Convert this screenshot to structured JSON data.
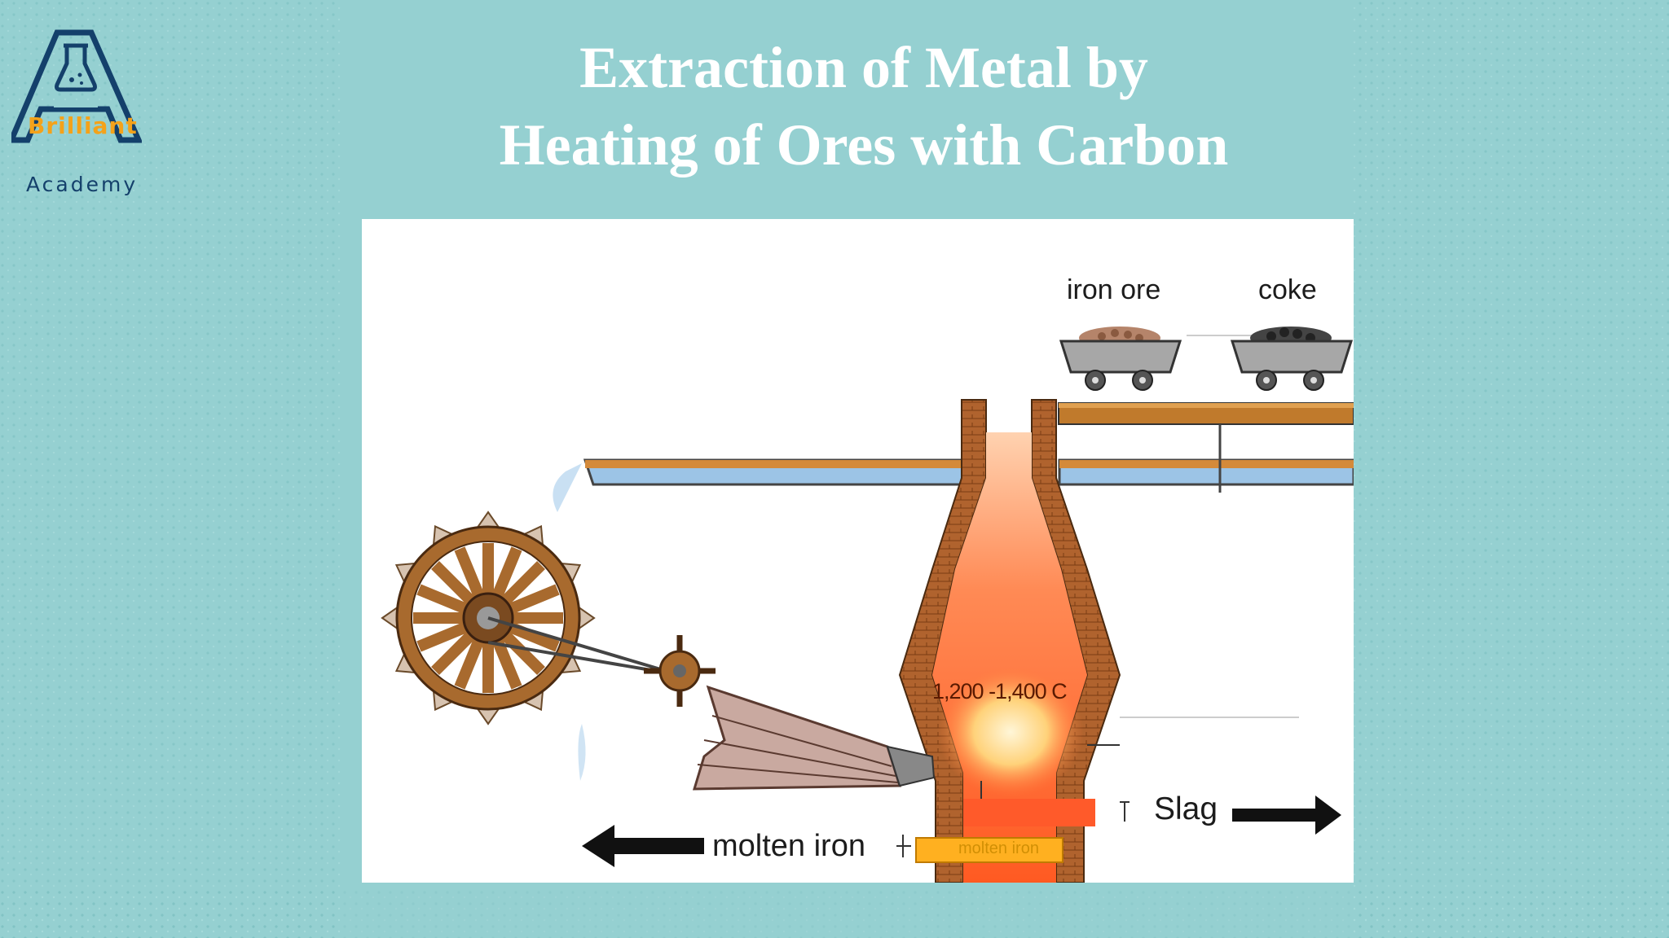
{
  "brand": {
    "name_top": "Brilliant",
    "name_bottom": "Academy",
    "colors": {
      "navy": "#14406b",
      "orange": "#f4a21a"
    }
  },
  "title": {
    "line1": "Extraction of Metal by",
    "line2": "Heating of Ores with Carbon"
  },
  "diagram": {
    "labels": {
      "iron_ore": "iron ore",
      "coke": "coke",
      "temperature": "1,200 -1,400 C",
      "slag": "Slag",
      "molten_iron": "molten iron",
      "molten_iron_inner": "molten iron"
    },
    "icons": [
      "water-wheel-icon",
      "bellows-icon",
      "ore-cart-icon",
      "coke-cart-icon",
      "arrow-left-icon",
      "arrow-right-icon"
    ],
    "colors": {
      "background": "#95d0d1",
      "brick": "#b0632e",
      "furnace_hot": "#ff7a3a",
      "furnace_core": "#ffe9a8",
      "slag": "#ff5a2a",
      "molten_iron": "#ffb020",
      "wood": "#a86a2e",
      "pipe": "#9cc4e6"
    }
  }
}
